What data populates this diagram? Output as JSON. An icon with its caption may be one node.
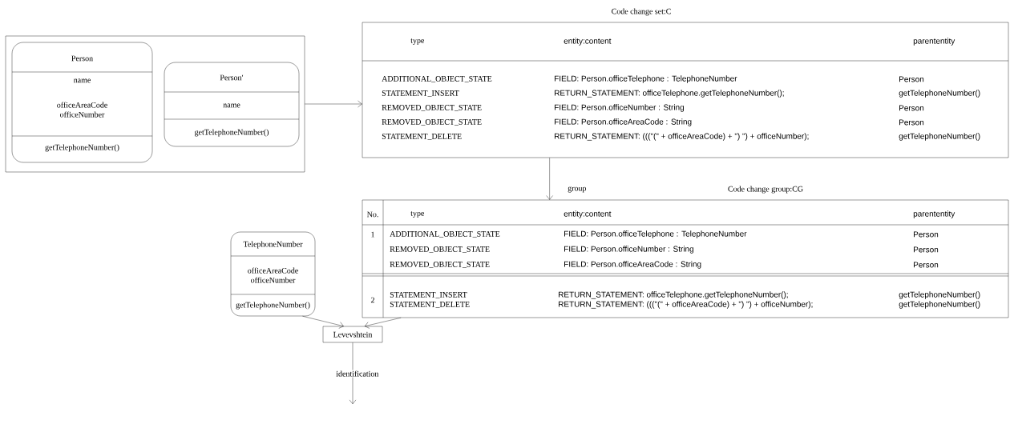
{
  "diagram": {
    "nodes": [
      {
        "text": [],
        "shape": "box"
      },
      {
        "text": [
          "Person",
          "name",
          "officeAreaCode officeNumber",
          "getTelephoneNumber()"
        ],
        "in": 0
      },
      {
        "text": [
          "Person′",
          "name",
          "getTelephoneNumber()"
        ],
        "in": 0
      },
      {
        "text": [
          "Code change set:C",
          "type",
          "entity:content",
          "parententity",
          "ADDITIONAL_OBJECT_STATE",
          "FIELD: Person.officeTelephone : TelephoneNumber",
          "Person",
          "STATEMENT_INSERT",
          "RETURN_STATEMENT: officeTelephone.getTelephoneNumber();",
          "getTelephoneNumber()",
          "REMOVED_OBJECT_STATE",
          "FIELD: Person.officeNumber : String",
          "Person",
          "REMOVED_OBJECT_STATE",
          "FIELD: Person.officeAreaCode : String",
          "Person",
          "STATEMENT_DELETE",
          "RETURN_STATEMENT: (((\"(\" + officeAreaCode) + \") \") + officeNumber);",
          "getTelephoneNumber()"
        ]
      },
      {
        "text": [
          "Code change group:CG",
          "No.",
          "type",
          "entity:content",
          "parententity",
          "1",
          "ADDITIONAL_OBJECT_STATE",
          "FIELD: Person.officeTelephone : TelephoneNumber",
          "Person",
          "REMOVED_OBJECT_STATE",
          "FIELD: Person.officeNumber : String",
          "Person",
          "REMOVED_OBJECT_STATE",
          "FIELD: Person.officeAreaCode : String",
          "Person",
          "2",
          "STATEMENT_INSERT",
          "RETURN_STATEMENT: officeTelephone.getTelephoneNumber();",
          "getTelephoneNumber()",
          "STATEMENT_DELETE",
          "RETURN_STATEMENT: (((\"(\" + officeAreaCode) + \") \") + officeNumber);",
          "getTelephoneNumber()"
        ]
      },
      {
        "text": [
          "TelephoneNumber",
          "officeAreaCode officeNumber",
          "getTelephoneNumber()"
        ]
      },
      {
        "text": [
          "Levevshtein"
        ]
      }
    ],
    "edges": [
      {
        "from": 0,
        "to": 3,
        "arrow": "to"
      },
      {
        "from": 3,
        "to": 4,
        "arrow": "to",
        "label": "group"
      },
      {
        "from": 5,
        "to": 6,
        "arrow": "to"
      },
      {
        "from": 4,
        "to": 6,
        "arrow": "to"
      },
      {
        "from": 6,
        "to": null,
        "arrow": "to",
        "label": "identification"
      }
    ]
  }
}
